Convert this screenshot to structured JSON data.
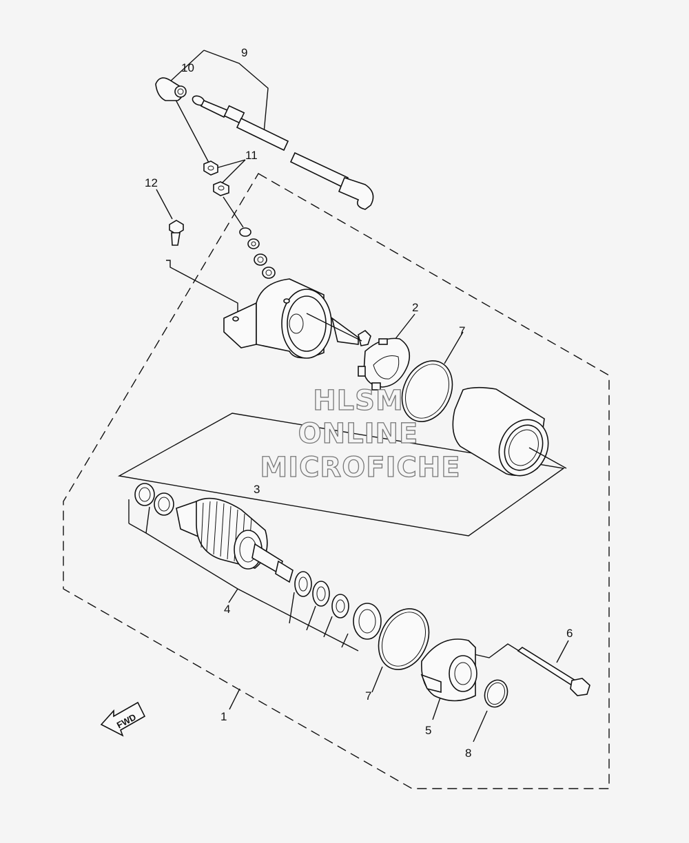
{
  "watermark": {
    "line1": "HLSM",
    "line2": "ONLINE",
    "line3": "MICROFICHE"
  },
  "direction_label": "FWD",
  "callouts": {
    "c1": "1",
    "c2": "2",
    "c3": "3",
    "c4": "4",
    "c5": "5",
    "c6": "6",
    "c7a": "7",
    "c7b": "7",
    "c8": "8",
    "c9": "9",
    "c10": "10",
    "c11": "11",
    "c12": "12"
  }
}
